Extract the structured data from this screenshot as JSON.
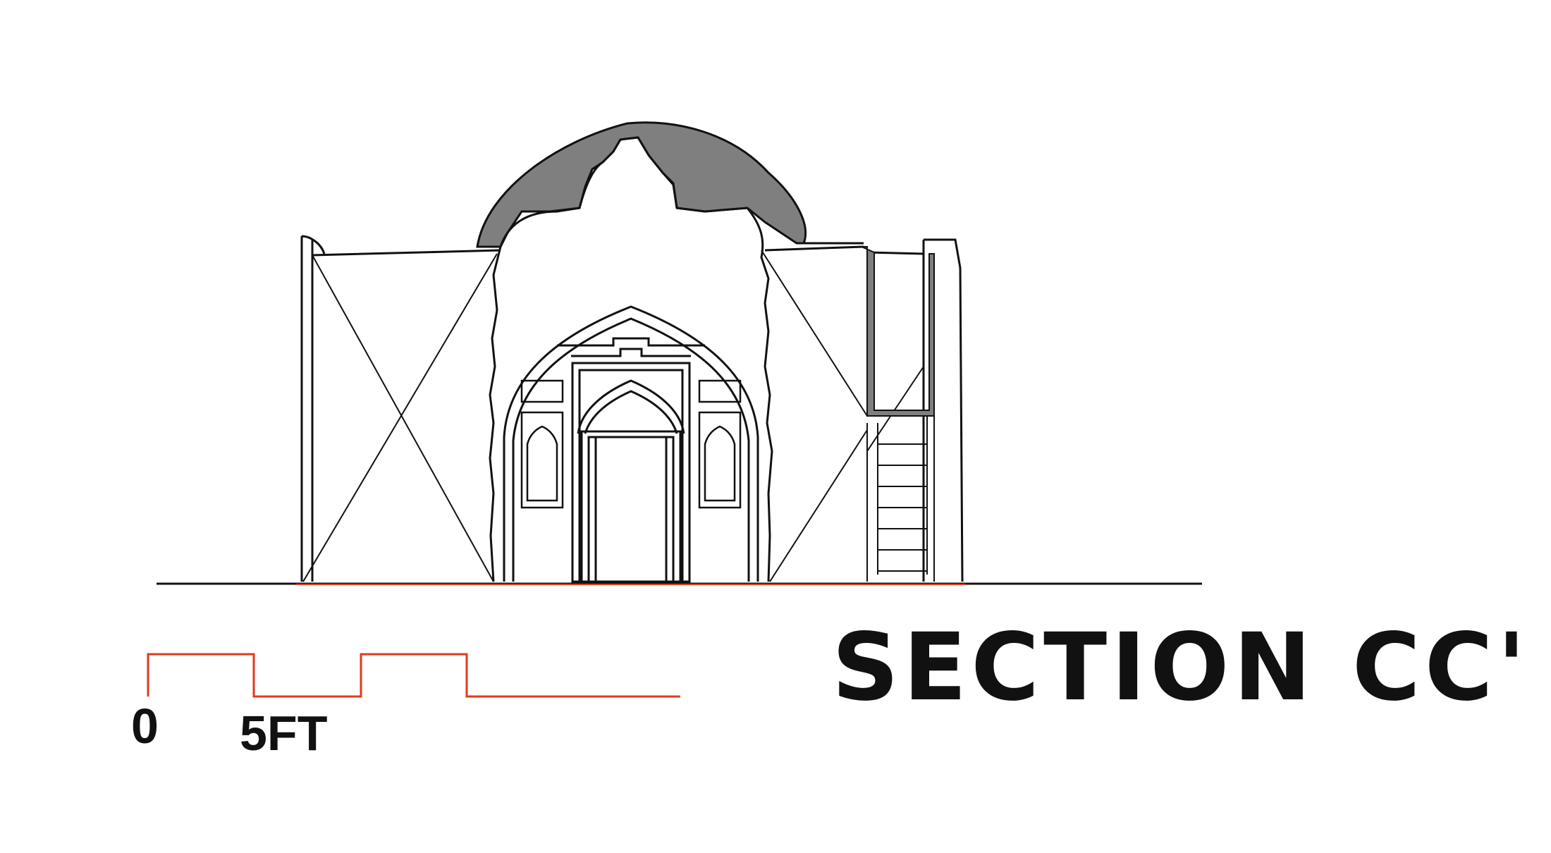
{
  "title": "SECTION CC'",
  "scale_bar": {
    "start_label": "0",
    "mark_label": "5FT",
    "color": "#e03a1e"
  },
  "colors": {
    "line": "#111111",
    "poche": "#7f7f7f",
    "ground_accent": "#e03a1e"
  }
}
